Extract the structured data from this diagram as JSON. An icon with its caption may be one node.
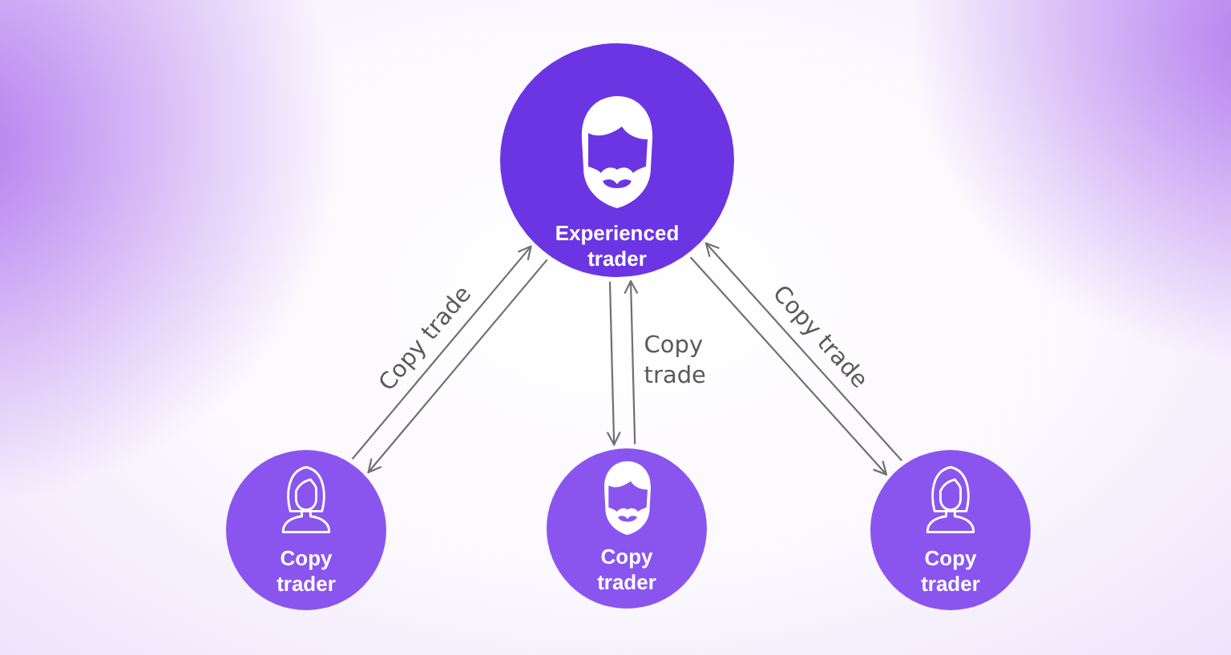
{
  "diagram": {
    "nodes": [
      {
        "text": [
          "Experienced trader"
        ]
      },
      {
        "text": [
          "Copy trader"
        ]
      },
      {
        "text": [
          "Copy trader"
        ]
      },
      {
        "text": [
          "Copy trader"
        ]
      }
    ],
    "edges": [
      {
        "from": 1,
        "to": 0,
        "arrow": "to",
        "label": "Copy trade"
      },
      {
        "from": 0,
        "to": 1,
        "arrow": "to"
      },
      {
        "from": 2,
        "to": 0,
        "arrow": "to",
        "label": "Copy trade"
      },
      {
        "from": 0,
        "to": 2,
        "arrow": "to"
      },
      {
        "from": 3,
        "to": 0,
        "arrow": "to",
        "label": "Copy trade"
      },
      {
        "from": 0,
        "to": 3,
        "arrow": "to"
      }
    ]
  }
}
